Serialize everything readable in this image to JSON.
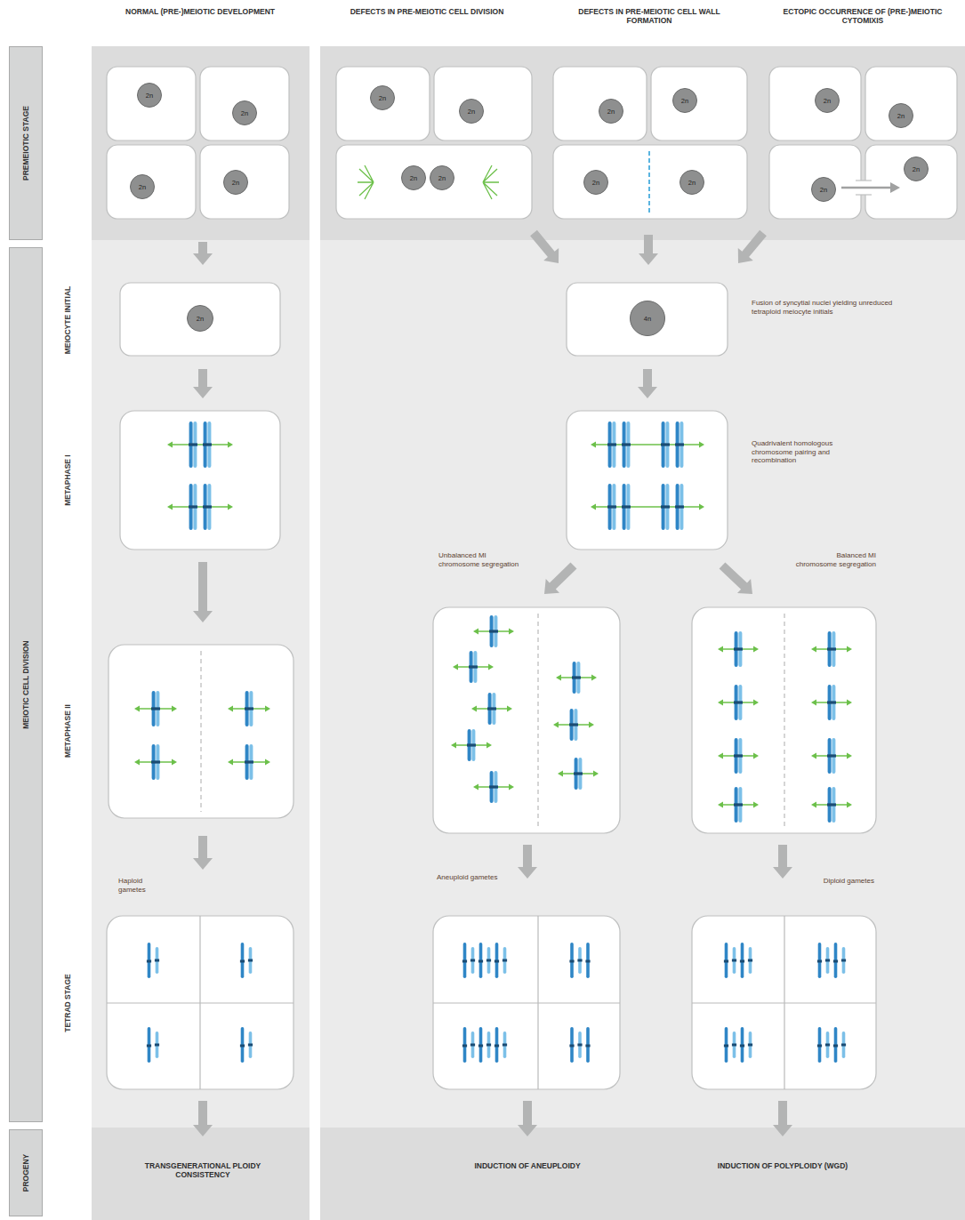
{
  "diagram": {
    "nodes": [
      {
        "text": [
          "PREMEIOTIC STAGE"
        ]
      },
      {
        "text": [
          "MEIOTIC CELL DIVISION"
        ]
      },
      {
        "text": [
          "PROGENY"
        ]
      },
      {
        "text": [
          "2n"
        ]
      },
      {
        "text": [
          "2n"
        ]
      },
      {
        "text": [
          "2n"
        ]
      },
      {
        "text": [
          "2n"
        ]
      },
      {
        "text": [
          "2n"
        ]
      },
      {
        "text": [
          "2n"
        ]
      },
      {
        "text": [
          "2n"
        ]
      },
      {
        "text": [
          "2n"
        ]
      },
      {
        "text": [
          "2n"
        ]
      },
      {
        "text": [
          "2n"
        ]
      },
      {
        "text": [
          "2n"
        ]
      },
      {
        "text": [
          "2n"
        ]
      },
      {
        "text": [
          "2n"
        ]
      },
      {
        "text": [
          "2n"
        ]
      },
      {
        "text": [
          "2n"
        ]
      },
      {
        "text": [
          "2n"
        ]
      },
      {
        "text": [
          "2n"
        ]
      },
      {
        "text": [
          "4n"
        ]
      }
    ],
    "labels": [
      "NORMAL (PRE-)MEIOTIC DEVELOPMENT",
      "DEFECTS IN PRE-MEIOTIC CELL DIVISION",
      "DEFECTS IN PRE-MEIOTIC CELL WALL FORMATION",
      "ECTOPIC OCCURRENCE OF (PRE-)MEIOTIC CYTOMIXIS",
      "MEIOCYTE INITIAL",
      "METAPHASE I",
      "METAPHASE II",
      "TETRAD STAGE",
      "Fusion of syncytial nuclei yielding unreduced tetraploid meiocyte initials",
      "Quadrivalent homologous chromosome pairing and recombination",
      "Unbalanced MI chromosome segregation",
      "Balanced MI chromosome segregation",
      "Haploid gametes",
      "Aneuploid gametes",
      "Diploid gametes",
      "TRANSGENERATIONAL PLOIDY CONSISTENCY",
      "INDUCTION OF ANEUPLOIDY",
      "INDUCTION OF POLYPLOIDY (WGD)"
    ]
  }
}
